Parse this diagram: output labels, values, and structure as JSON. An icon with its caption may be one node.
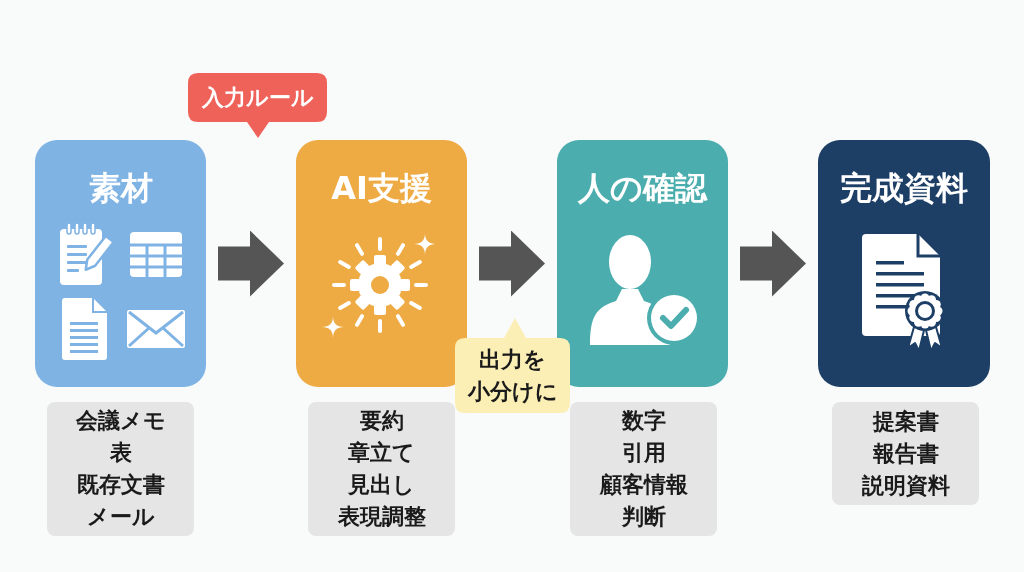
{
  "diagram": {
    "nodes": [
      {
        "text": [
          "入力ルール"
        ]
      },
      {
        "text": [
          "素材"
        ]
      },
      {
        "text": [
          "AI支援"
        ]
      },
      {
        "text": [
          "人の確認"
        ]
      },
      {
        "text": [
          "完成資料"
        ]
      },
      {
        "text": [
          "出力を小分けに"
        ]
      },
      {
        "text": [
          "会議メモ",
          "表",
          "既存文書",
          "メール"
        ]
      },
      {
        "text": [
          "要約",
          "章立て",
          "見出し",
          "表現調整"
        ]
      },
      {
        "text": [
          "数字",
          "引用",
          "顧客情報",
          "判断"
        ]
      },
      {
        "text": [
          "提案書",
          "報告書",
          "説明資料"
        ]
      }
    ],
    "edges": [
      {
        "from": 1,
        "to": 2,
        "arrow": "to"
      },
      {
        "from": 2,
        "to": 3,
        "arrow": "to"
      },
      {
        "from": 3,
        "to": 4,
        "arrow": "to"
      }
    ]
  }
}
